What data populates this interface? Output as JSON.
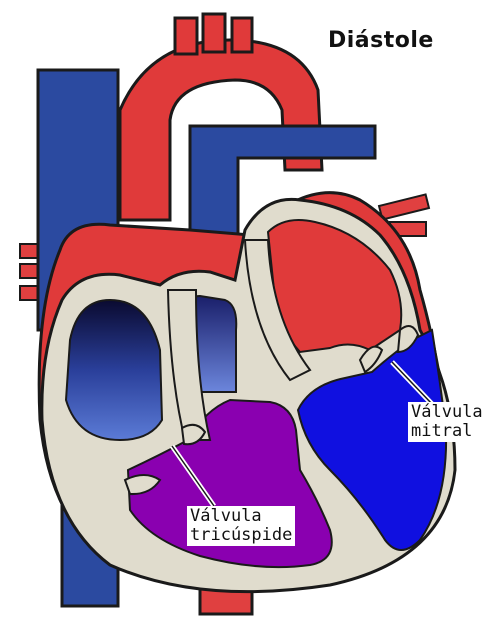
{
  "title": "Diástole",
  "labels": {
    "mitral": [
      "Válvula",
      "mitral"
    ],
    "tricuspid": [
      "Válvula",
      "tricúspide"
    ]
  },
  "colors": {
    "oxygenated": "#e62e2e",
    "deoxygenated": "#2b4aa0",
    "left_ventricle": "#1010e0",
    "right_ventricle": "#8a00b0",
    "heart_wall": "#e0dccd",
    "outline": "#1a1a1a"
  }
}
